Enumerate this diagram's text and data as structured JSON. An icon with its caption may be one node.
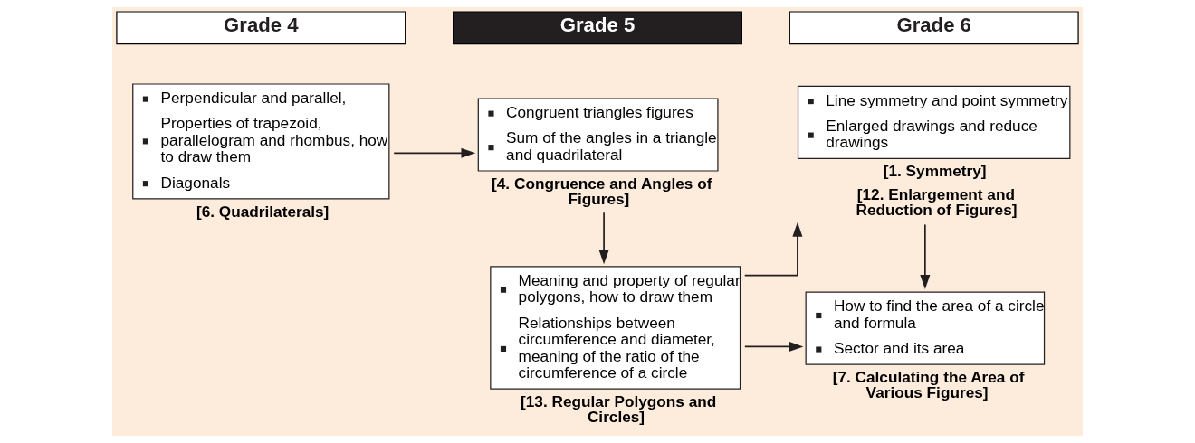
{
  "diagram": {
    "nodes": [
      {
        "text": [
          "Grade 4"
        ]
      },
      {
        "text": [
          "Perpendicular and parallel,",
          "Properties of trapezoid, parallelogram and rhombus, how to draw them",
          "Diagonals"
        ],
        "beside": [
          "[6. Quadrilaterals]"
        ]
      },
      {
        "text": [
          "Grade 5"
        ]
      },
      {
        "text": [
          "Congruent triangles figures",
          "Sum of the angles in a triangle and quadrilateral"
        ],
        "beside": [
          "[4. Congruence and Angles of Figures]"
        ]
      },
      {
        "text": [
          "Meaning and property of regular polygons, how to draw them",
          "Relationships between circumference and diameter, meaning of the ratio of the circumference of a circle"
        ],
        "beside": [
          "[13. Regular Polygons and Circles]"
        ]
      },
      {
        "text": [
          "Grade 6"
        ]
      },
      {
        "text": [
          "Line symmetry and point symmetry",
          "Enlarged drawings and reduce drawings"
        ],
        "beside": [
          "[1. Symmetry]",
          "[12. Enlargement and Reduction of Figures]"
        ]
      },
      {
        "text": [
          "How to find the area of a circle and formula",
          "Sector and its area"
        ],
        "beside": [
          "[7. Calculating the Area of Various Figures]"
        ]
      }
    ],
    "edges": [
      {
        "from": 1,
        "to": 3,
        "arrow": "to"
      },
      {
        "from": 3,
        "to": 4,
        "arrow": "to"
      },
      {
        "from": 4,
        "to": 6,
        "arrow": "to"
      },
      {
        "from": 4,
        "to": 7,
        "arrow": "to"
      },
      {
        "from": 6,
        "to": 7,
        "arrow": "to"
      }
    ]
  }
}
